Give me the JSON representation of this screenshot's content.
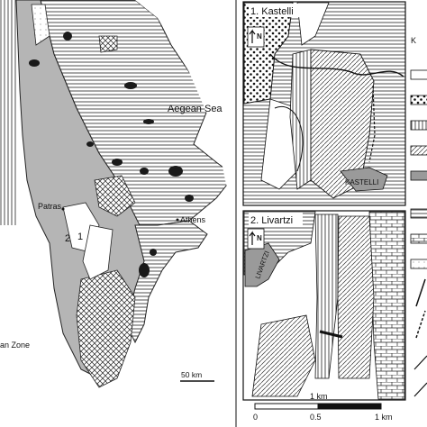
{
  "main_map": {
    "sea_label": "Aegean Sea",
    "cities": [
      "Patras",
      "Athens"
    ],
    "area_numbers": [
      "2",
      "1"
    ],
    "zone_label_partial": "an Zone",
    "scale_label": "50 km"
  },
  "inset_1": {
    "title": "1. Kastelli",
    "north_label": "N",
    "town_label": "KASTELLI"
  },
  "inset_2": {
    "title": "2. Livartzi",
    "north_label": "N",
    "town_label": "LIVARTZI"
  },
  "scale_bar": {
    "top_label": "1 km",
    "ticks": [
      "0",
      "0.5",
      "1 km"
    ]
  },
  "legend": {
    "header_partial": "K"
  }
}
